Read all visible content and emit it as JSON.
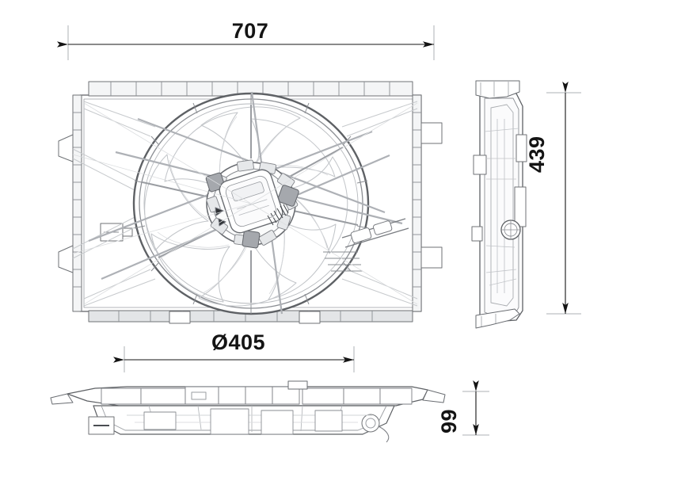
{
  "drawing": {
    "title": "Radiator cooling fan assembly",
    "background_color": "#ffffff",
    "line_color": "#6f7276",
    "dim_color": "#141414",
    "hidden_color": "#b9bdc2",
    "fill_light": "#f2f3f5",
    "fill_mid": "#d9dbde",
    "fill_dark": "#8d9196"
  },
  "dimensions": {
    "overall_width": "707",
    "overall_height": "439",
    "fan_diameter": "Ø405",
    "depth": "99"
  },
  "views": {
    "front": {
      "name": "front-view"
    },
    "side": {
      "name": "side-view"
    },
    "top": {
      "name": "top-view"
    }
  }
}
